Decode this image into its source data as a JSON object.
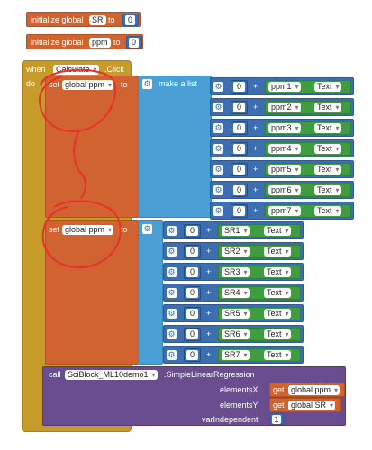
{
  "init_sr": {
    "prefix": "initialize global",
    "var": "SR",
    "to": "to",
    "value": "0"
  },
  "init_ppm": {
    "prefix": "initialize global",
    "var": "ppm",
    "to": "to",
    "value": "0"
  },
  "when": {
    "when": "when",
    "component": "Calculate",
    "event": ".Click",
    "do": "do"
  },
  "set1": {
    "set": "set",
    "var": "global ppm",
    "to": "to",
    "make_list": "make a list"
  },
  "set2": {
    "set": "set",
    "var": "global ppm",
    "to": "to"
  },
  "list1": [
    {
      "num": "0",
      "plus": "+",
      "comp": "ppm1",
      "prop": "Text"
    },
    {
      "num": "0",
      "plus": "+",
      "comp": "ppm2",
      "prop": "Text"
    },
    {
      "num": "0",
      "plus": "+",
      "comp": "ppm3",
      "prop": "Text"
    },
    {
      "num": "0",
      "plus": "+",
      "comp": "ppm4",
      "prop": "Text"
    },
    {
      "num": "0",
      "plus": "+",
      "comp": "ppm5",
      "prop": "Text"
    },
    {
      "num": "0",
      "plus": "+",
      "comp": "ppm6",
      "prop": "Text"
    },
    {
      "num": "0",
      "plus": "+",
      "comp": "ppm7",
      "prop": "Text"
    }
  ],
  "list2": [
    {
      "num": "0",
      "plus": "+",
      "comp": "SR1",
      "prop": "Text"
    },
    {
      "num": "0",
      "plus": "+",
      "comp": "SR2",
      "prop": "Text"
    },
    {
      "num": "0",
      "plus": "+",
      "comp": "SR3",
      "prop": "Text"
    },
    {
      "num": "0",
      "plus": "+",
      "comp": "SR4",
      "prop": "Text"
    },
    {
      "num": "0",
      "plus": "+",
      "comp": "SR5",
      "prop": "Text"
    },
    {
      "num": "0",
      "plus": "+",
      "comp": "SR6",
      "prop": "Text"
    },
    {
      "num": "0",
      "plus": "+",
      "comp": "SR7",
      "prop": "Text"
    }
  ],
  "call": {
    "call": "call",
    "component": "SciBlock_ML10demo1",
    "method": ".SimpleLinearRegression",
    "elementsX": "elementsX",
    "elementsY": "elementsY",
    "varIndependent": "varIndependent",
    "get": "get",
    "getX": "global ppm",
    "getY": "global SR",
    "value": "1"
  },
  "colors": {
    "annotation": "#e8312f"
  }
}
